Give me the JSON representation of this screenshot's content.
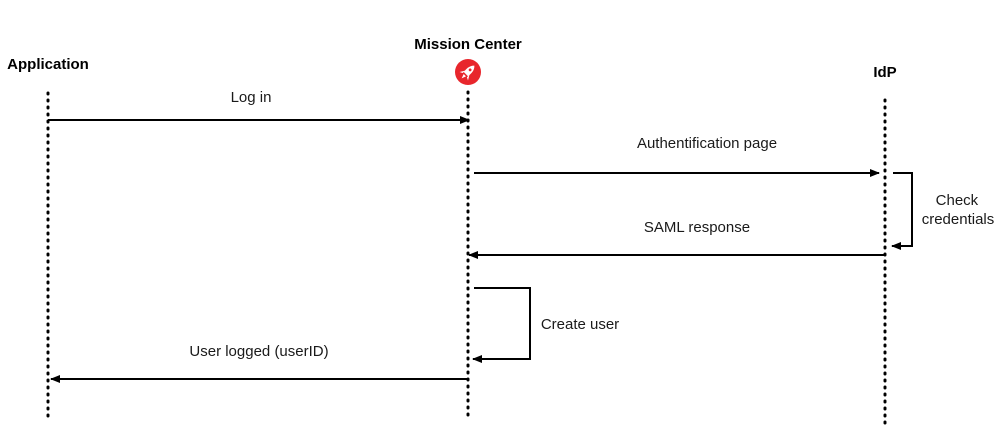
{
  "actors": {
    "application": {
      "name": "Application"
    },
    "mission_center": {
      "name": "Mission Center",
      "logo_icon": "rocket-icon",
      "logo_color": "#e8262c"
    },
    "idp": {
      "name": "IdP"
    }
  },
  "messages": {
    "log_in": {
      "label": "Log in"
    },
    "auth_page": {
      "label": "Authentification page"
    },
    "check_credentials": {
      "label_line1": "Check",
      "label_line2": "credentials"
    },
    "saml_response": {
      "label": "SAML response"
    },
    "create_user": {
      "label": "Create user"
    },
    "user_logged": {
      "label": "User logged (userID)"
    }
  }
}
